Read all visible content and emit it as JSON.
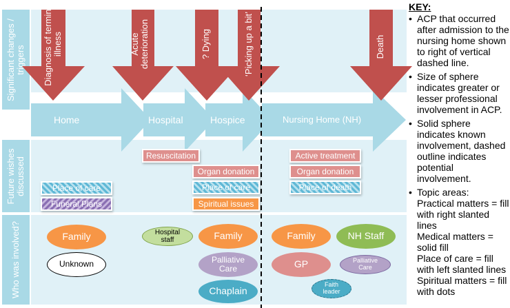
{
  "rows": {
    "triggers": "Significant changes / triggers",
    "wishes": "Future wishes discussed",
    "involved": "Who was involved?"
  },
  "triggers": [
    "Diagnosis of terminal illness",
    "Acute deterioration",
    "? Dying",
    "‘Picking up a bit’",
    "Death"
  ],
  "settings": [
    "Home",
    "Hospital",
    "Hospice",
    "Nursing Home (NH)"
  ],
  "wishes": {
    "resuscitation": "Resuscitation",
    "organ_donation_hospice": "Organ donation",
    "place_of_care_hospice": "Place of care",
    "spiritual_issues": "Spiritual issues",
    "place_of_care_home": "Place of care",
    "funeral_plans": "Funeral Plans",
    "active_treatment": "Active treatment",
    "organ_donation_nh": "Organ donation",
    "place_of_death": "Place of death"
  },
  "people": {
    "family_home": "Family",
    "unknown": "Unknown",
    "hospital_staff": "Hospital staff",
    "family_hospice": "Family",
    "palliative_care_hospice": "Palliative Care",
    "chaplain": "Chaplain",
    "family_nh": "Family",
    "nh_staff": "NH Staff",
    "gp": "GP",
    "palliative_care_nh": "Palliative Care",
    "faith_leader": "Faith leader"
  },
  "key": {
    "title": "KEY:",
    "items": [
      "ACP that occurred after admission to the nursing home shown to right of vertical dashed line.",
      "Size of sphere indicates greater or lesser professional involvement in ACP.",
      "Solid sphere indicates known involvement, dashed outline indicates potential involvement.",
      "Topic areas:"
    ],
    "topics": [
      "Practical matters = fill with right slanted lines",
      "Medical matters = solid fill",
      "Place of care = fill with left slanted lines",
      "Spiritual matters = fill with dots"
    ]
  },
  "colors": {
    "row_header": "#a9d9e6",
    "band": "#e0f1f7",
    "journey_arrow": "#a9d9e6",
    "trigger_arrow": "#c0504d",
    "family": "#f79646",
    "hospital_staff": "#c3de9e",
    "palliative_care": "#b3a2c7",
    "chaplain": "#4bacc6",
    "nh_staff": "#8fbc55",
    "gp": "#de8f8d",
    "faith_leader": "#4bacc6"
  }
}
